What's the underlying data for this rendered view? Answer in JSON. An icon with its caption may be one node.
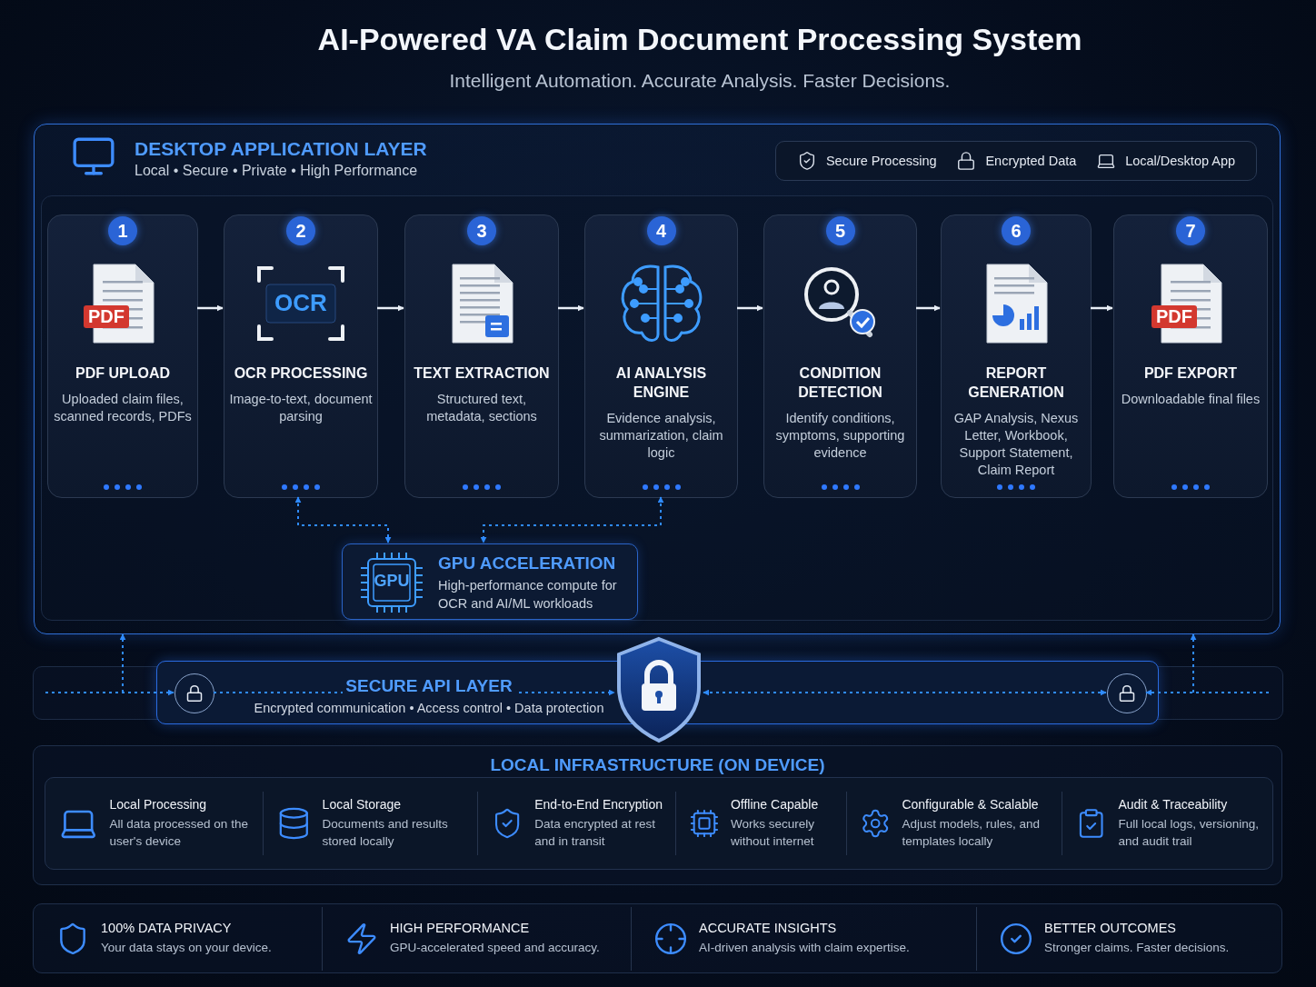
{
  "diagram": {
    "title": "AI-Powered VA Claim Document Processing System",
    "nodes": [
      {
        "text": [
          "DESKTOP APPLICATION LAYER",
          "Local • Secure • Private • High Performance"
        ]
      },
      {
        "text": [
          "Secure Processing",
          "Encrypted Data",
          "Local/Desktop App"
        ],
        "in": 0
      },
      {
        "text": [
          "1",
          "PDF",
          "PDF UPLOAD",
          "Uploaded claim files, scanned records, PDFs"
        ],
        "in": 0
      },
      {
        "text": [
          "2",
          "OCR",
          "OCR PROCESSING",
          "Image-to-text, document parsing"
        ],
        "in": 0
      },
      {
        "text": [
          "3",
          "TEXT EXTRACTION",
          "Structured text, metadata, sections"
        ],
        "in": 0
      },
      {
        "text": [
          "4",
          "AI ANALYSIS ENGINE",
          "Evidence analysis, summarization, claim logic"
        ],
        "in": 0
      },
      {
        "text": [
          "5",
          "CONDITION DETECTION",
          "Identify conditions, symptoms, supporting evidence"
        ],
        "in": 0
      },
      {
        "text": [
          "6",
          "REPORT GENERATION",
          "GAP Analysis, Nexus Letter, Workbook, Support Statement, Claim Report"
        ],
        "in": 0
      },
      {
        "text": [
          "7",
          "PDF",
          "PDF EXPORT",
          "Downloadable final files"
        ],
        "in": 0
      },
      {
        "text": [
          "GPU",
          "GPU ACCELERATION",
          "High-performance compute for OCR and AI/ML workloads"
        ],
        "in": 0
      },
      {
        "text": [
          "SECURE API LAYER",
          "Encrypted communication • Access control • Data protection"
        ]
      },
      {
        "text": [],
        "shape": "circle",
        "in": 10
      },
      {
        "text": [],
        "shape": "shield"
      },
      {
        "text": [],
        "shape": "circle",
        "in": 10
      },
      {
        "text": [
          "LOCAL INFRASTRUCTURE (ON DEVICE)"
        ]
      },
      {
        "text": [
          "Local Processing",
          "All data processed on the user's device",
          "Local Storage",
          "Documents and results stored locally",
          "End-to-End Encryption",
          "Data encrypted at rest and in transit",
          "Offline Capable",
          "Works securely without internet",
          "Configurable & Scalable",
          "Adjust models, rules, and templates locally",
          "Audit & Traceability",
          "Full local logs, versioning, and audit trail"
        ],
        "in": 14
      },
      {
        "text": [
          "100% DATA PRIVACY",
          "Your data stays on your device.",
          "HIGH PERFORMANCE",
          "GPU-accelerated speed and accuracy.",
          "ACCURATE INSIGHTS",
          "AI-driven analysis with claim expertise.",
          "BETTER OUTCOMES",
          "Stronger claims. Faster decisions."
        ]
      }
    ],
    "edges": [
      {
        "from": 2,
        "to": 3,
        "arrow": "to",
        "color": "#e8eef6"
      },
      {
        "from": 3,
        "to": 4,
        "arrow": "to",
        "color": "#e8eef6"
      },
      {
        "from": 4,
        "to": 5,
        "arrow": "to",
        "color": "#e8eef6"
      },
      {
        "from": 5,
        "to": 6,
        "arrow": "to",
        "color": "#e8eef6"
      },
      {
        "from": 6,
        "to": 7,
        "arrow": "to",
        "color": "#e8eef6"
      },
      {
        "from": 7,
        "to": 8,
        "arrow": "to",
        "color": "#e8eef6"
      },
      {
        "from": 3,
        "to": 9,
        "arrow": "both",
        "style": "dashed"
      },
      {
        "from": 5,
        "to": 9,
        "arrow": "both",
        "style": "dashed"
      },
      {
        "from": null,
        "to": 11,
        "arrow": "to",
        "style": "dashed"
      },
      {
        "from": 11,
        "to": 12,
        "arrow": "to",
        "style": "dashed"
      },
      {
        "from": 12,
        "to": 13,
        "arrow": "both",
        "style": "dashed"
      },
      {
        "from": null,
        "to": 13,
        "arrow": "to",
        "style": "dashed"
      },
      {
        "from": null,
        "to": 0,
        "arrow": "to",
        "style": "dashed"
      },
      {
        "from": null,
        "to": 0,
        "arrow": "to",
        "style": "dashed"
      }
    ],
    "labels": [
      "Intelligent Automation. Accurate Analysis. Faster Decisions."
    ]
  }
}
